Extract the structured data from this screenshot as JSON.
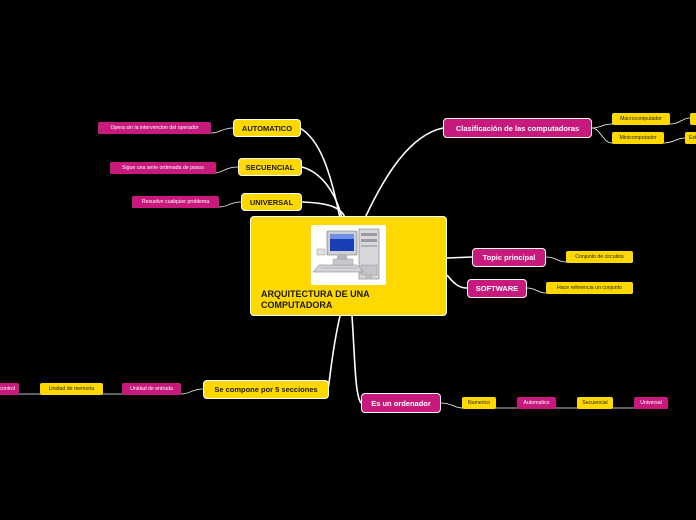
{
  "central": {
    "title": "ARQUITECTURA DE UNA COMPUTADORA",
    "image": "computer-workstation-illustration"
  },
  "branches": {
    "automatico": {
      "label": "AUTOMATICO",
      "child": "Opera sin la intervencion del operador"
    },
    "secuencial": {
      "label": "SECUENCIAL",
      "child": "Sigue una serie ordenada de pasos"
    },
    "universal": {
      "label": "UNIVERSAL",
      "child": "Resuelve cualquier problema"
    },
    "clasificacion": {
      "label": "Clasificación de las computadoras",
      "children": [
        "Macrocomputador",
        "Minicomputador"
      ],
      "grandchildren": [
        "",
        "Est"
      ]
    },
    "topic_principal": {
      "label": "Topic principal",
      "child": "Conjunto de circuitos"
    },
    "software": {
      "label": "SOFTWARE",
      "child": "Hace referencia un conjunto"
    },
    "secciones": {
      "label": "Se compone por 5 secciones",
      "children": [
        "Unidad de entrada",
        "Unidad de memoria",
        "control"
      ]
    },
    "ordenador": {
      "label": "Es un ordenador",
      "children": [
        "Numerico",
        "Automatico",
        "Secuencial",
        "Universal"
      ]
    }
  },
  "colors": {
    "background": "#000000",
    "yellow": "#ffd800",
    "pink": "#c81a7c",
    "link": "#ffffff"
  }
}
